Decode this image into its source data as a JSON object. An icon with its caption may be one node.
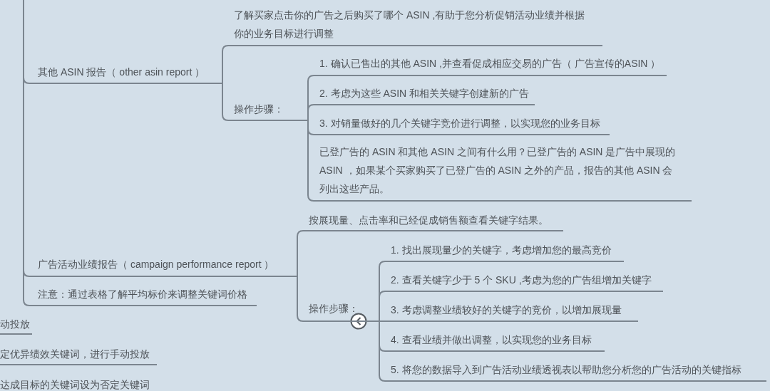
{
  "diagram": {
    "nodes": [
      {
        "text": [
          "其他 ASIN 报告（ other asin report ）"
        ]
      },
      {
        "text": [
          "了解买家点击你的广告之后购买了哪个 ASIN ,有助于您分析促销活动业绩并根据你的业务目标进行调整"
        ]
      },
      {
        "text": [
          "操作步骤："
        ]
      },
      {
        "text": [
          "1. 确认已售出的其他 ASIN ,并查看促成相应交易的广告（ 广告宣传的ASIN ）"
        ]
      },
      {
        "text": [
          "2. 考虑为这些 ASIN 和相关关键字创建新的广告"
        ]
      },
      {
        "text": [
          "3. 对销量做好的几个关键字竞价进行调整，以实现您的业务目标"
        ]
      },
      {
        "text": [
          "已登广告的 ASIN 和其他 ASIN 之间有什么用？已登广告的 ASIN  是广告中展现的 ASIN ，如果某个买家购买了已登广告的 ASIN 之外的产品，报告的其他 ASIN 会列出这些产品。"
        ]
      },
      {
        "text": [
          "广告活动业绩报告（ campaign performance report ）"
        ]
      },
      {
        "text": [
          "注意：通过表格了解平均标价来调整关键词价格"
        ]
      },
      {
        "text": [
          "按展现量、点击率和已经促成销售额查看关键字结果。"
        ]
      },
      {
        "text": [
          "操作步骤："
        ]
      },
      {
        "text": [
          "1. 找出展现量少的关键字，考虑增加您的最高竞价"
        ]
      },
      {
        "text": [
          "2. 查看关键字少于 5 个 SKU ,考虑为您的广告组增加关键字"
        ]
      },
      {
        "text": [
          "3. 考虑调整业绩较好的关键字的竞价，以增加展现量"
        ]
      },
      {
        "text": [
          "4. 查看业绩并做出调整，以实现您的业务目标"
        ]
      },
      {
        "text": [
          "5. 将您的数据导入到广告活动业绩透视表以帮助您分析您的广告活动的关键指标"
        ]
      },
      {
        "text": [
          "动投放"
        ]
      },
      {
        "text": [
          "定优异绩效关键词，进行手动投放"
        ]
      },
      {
        "text": [
          "达成目标的关键词设为否定关键词"
        ]
      }
    ],
    "edges": [
      {
        "from": null,
        "to": 0,
        "arrow": "none"
      },
      {
        "from": null,
        "to": 7,
        "arrow": "none"
      },
      {
        "from": null,
        "to": 8,
        "arrow": "none"
      },
      {
        "from": 0,
        "to": 1,
        "arrow": "none"
      },
      {
        "from": 0,
        "to": 2,
        "arrow": "none"
      },
      {
        "from": 2,
        "to": 3,
        "arrow": "none"
      },
      {
        "from": 2,
        "to": 4,
        "arrow": "none"
      },
      {
        "from": 2,
        "to": 5,
        "arrow": "none"
      },
      {
        "from": 2,
        "to": 6,
        "arrow": "none"
      },
      {
        "from": 7,
        "to": 9,
        "arrow": "none"
      },
      {
        "from": 7,
        "to": 10,
        "arrow": "none"
      },
      {
        "from": 10,
        "to": 11,
        "arrow": "none"
      },
      {
        "from": 10,
        "to": 12,
        "arrow": "none"
      },
      {
        "from": 10,
        "to": 13,
        "arrow": "none"
      },
      {
        "from": 10,
        "to": 14,
        "arrow": "none"
      },
      {
        "from": 10,
        "to": 15,
        "arrow": "none"
      }
    ]
  }
}
